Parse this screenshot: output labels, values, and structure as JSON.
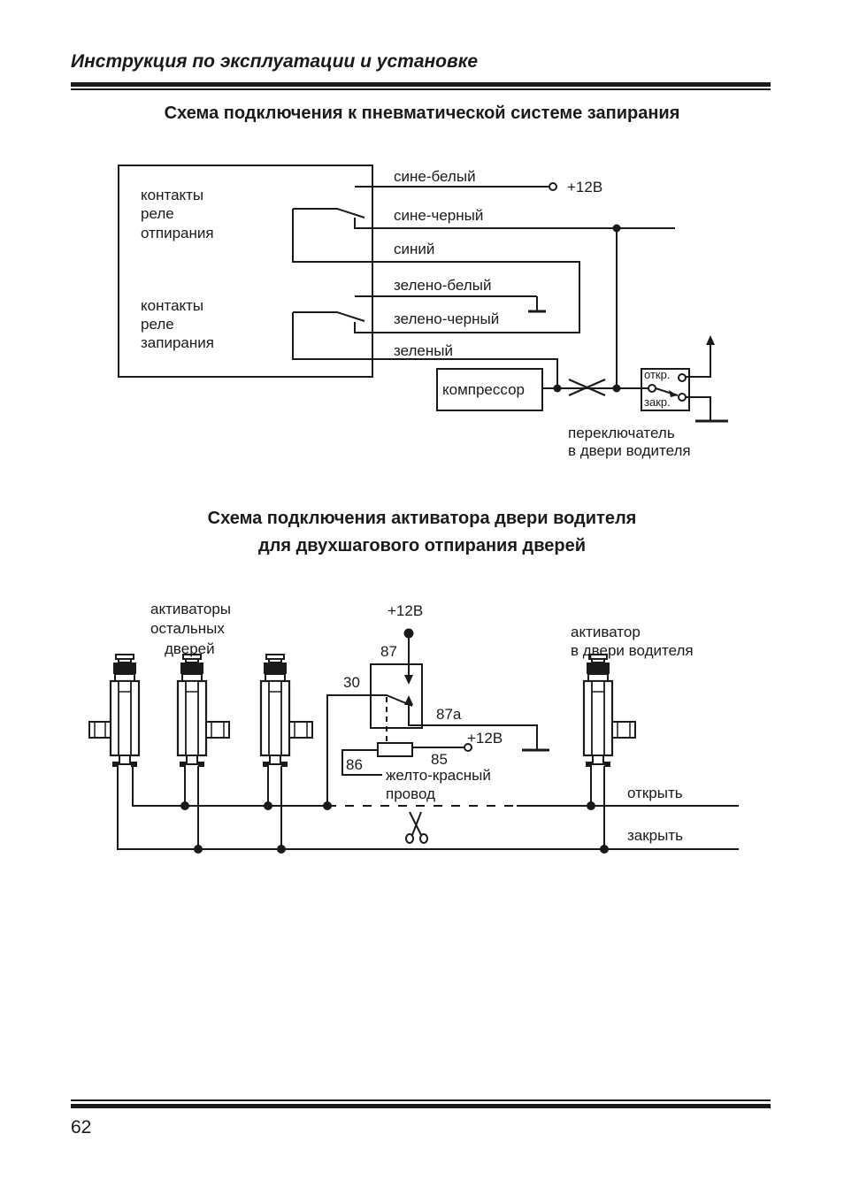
{
  "header": {
    "title": "Инструкция по эксплуатации и установке"
  },
  "diagram1": {
    "title": "Схема подключения к пневматической системе запирания",
    "relay_unlock_lines": [
      "контакты",
      "реле",
      "отпирания"
    ],
    "relay_lock_lines": [
      "контакты",
      "реле",
      "запирания"
    ],
    "wires": [
      "сине-белый",
      "сине-черный",
      "синий",
      "зелено-белый",
      "зелено-черный",
      "зеленый"
    ],
    "plus12": "+12В",
    "compressor": "компрессор",
    "switch_open": "откр.",
    "switch_close": "закр.",
    "switch_caption_lines": [
      "переключатель",
      "в двери водителя"
    ]
  },
  "diagram2": {
    "title_lines": [
      "Схема подключения активатора двери водителя",
      "для двухшагового отпирания дверей"
    ],
    "other_actuators_lines": [
      "активаторы",
      "остальных",
      "дверей"
    ],
    "driver_actuator_lines": [
      "активатор",
      "в двери водителя"
    ],
    "plus12_top": "+12В",
    "plus12_side": "+12В",
    "pin87": "87",
    "pin30": "30",
    "pin87a": "87а",
    "pin86": "86",
    "pin85": "85",
    "wire_label_lines": [
      "желто-красный",
      "провод"
    ],
    "open_label": "открыть",
    "close_label": "закрыть"
  },
  "footer": {
    "page_number": "62"
  }
}
